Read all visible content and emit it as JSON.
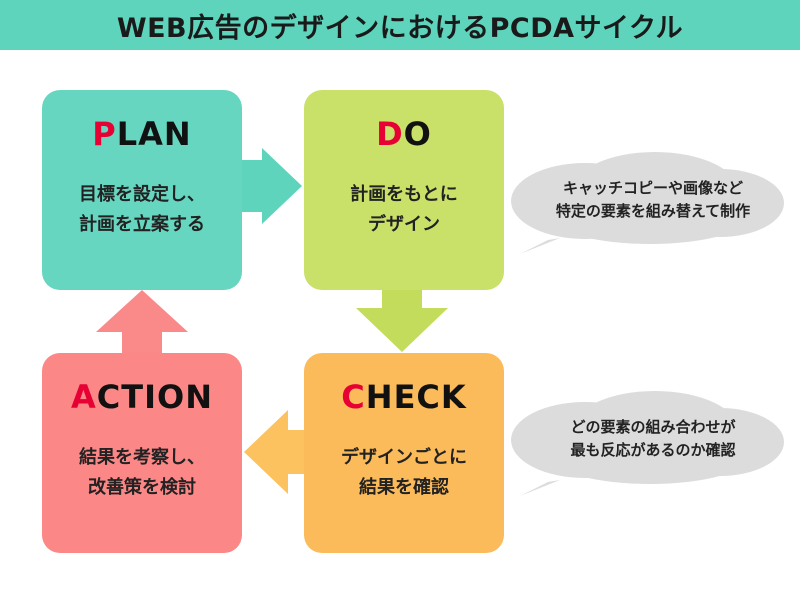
{
  "title": "WEB広告のデザインにおけるPCDAサイクル",
  "colors": {
    "title_bg": "#5ed4bd",
    "plan": "#66d6c0",
    "do": "#c9e069",
    "check": "#fcbb5a",
    "action": "#fc8787",
    "arrow_plan_do": "#5ed4bd",
    "arrow_do_check": "#c3dc5c",
    "arrow_check_action": "#fcc260",
    "arrow_action_plan": "#fa8a8a",
    "cloud": "#dcdcdc",
    "lead_letter": "#e60033"
  },
  "boxes": {
    "plan": {
      "lead": "P",
      "rest": "LAN",
      "lines": [
        "目標を設定し、",
        "計画を立案する"
      ]
    },
    "do": {
      "lead": "D",
      "rest": "O",
      "lines": [
        "計画をもとに",
        "デザイン"
      ]
    },
    "check": {
      "lead": "C",
      "rest": "HECK",
      "lines": [
        "デザインごとに",
        "結果を確認"
      ]
    },
    "action": {
      "lead": "A",
      "rest": "CTION",
      "lines": [
        "結果を考察し、",
        "改善策を検討"
      ]
    }
  },
  "notes": {
    "do": {
      "lines": [
        "キャッチコピーや画像など",
        "特定の要素を組み替えて制作"
      ]
    },
    "check": {
      "lines": [
        "どの要素の組み合わせが",
        "最も反応があるのか確認"
      ]
    }
  }
}
